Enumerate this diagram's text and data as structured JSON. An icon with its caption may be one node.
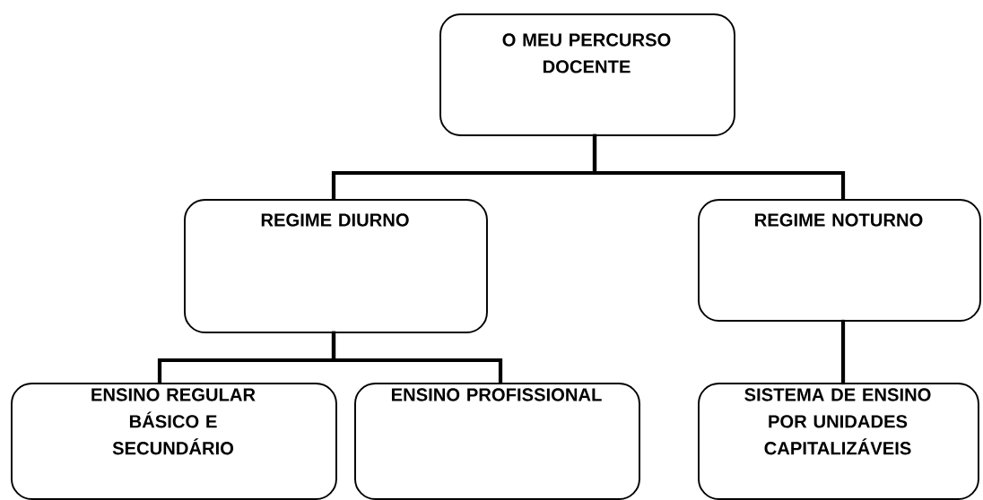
{
  "diagram": {
    "nodes": [
      {
        "text": [
          "O MEU PERCURSO DOCENTE"
        ]
      },
      {
        "text": [
          "REGIME DIURNO"
        ]
      },
      {
        "text": [
          "REGIME NOTURNO"
        ]
      },
      {
        "text": [
          "ENSINO REGULAR BÁSICO E SECUNDÁRIO"
        ]
      },
      {
        "text": [
          "ENSINO PROFISSIONAL"
        ]
      },
      {
        "text": [
          "SISTEMA DE ENSINO POR UNIDADES CAPITALIZÁVEIS"
        ]
      }
    ],
    "edges": [
      {
        "from": 0,
        "to": 1,
        "arrow": "none"
      },
      {
        "from": 0,
        "to": 2,
        "arrow": "none"
      },
      {
        "from": 1,
        "to": 3,
        "arrow": "none"
      },
      {
        "from": 1,
        "to": 4,
        "arrow": "none"
      },
      {
        "from": 2,
        "to": 5,
        "arrow": "none"
      }
    ]
  }
}
